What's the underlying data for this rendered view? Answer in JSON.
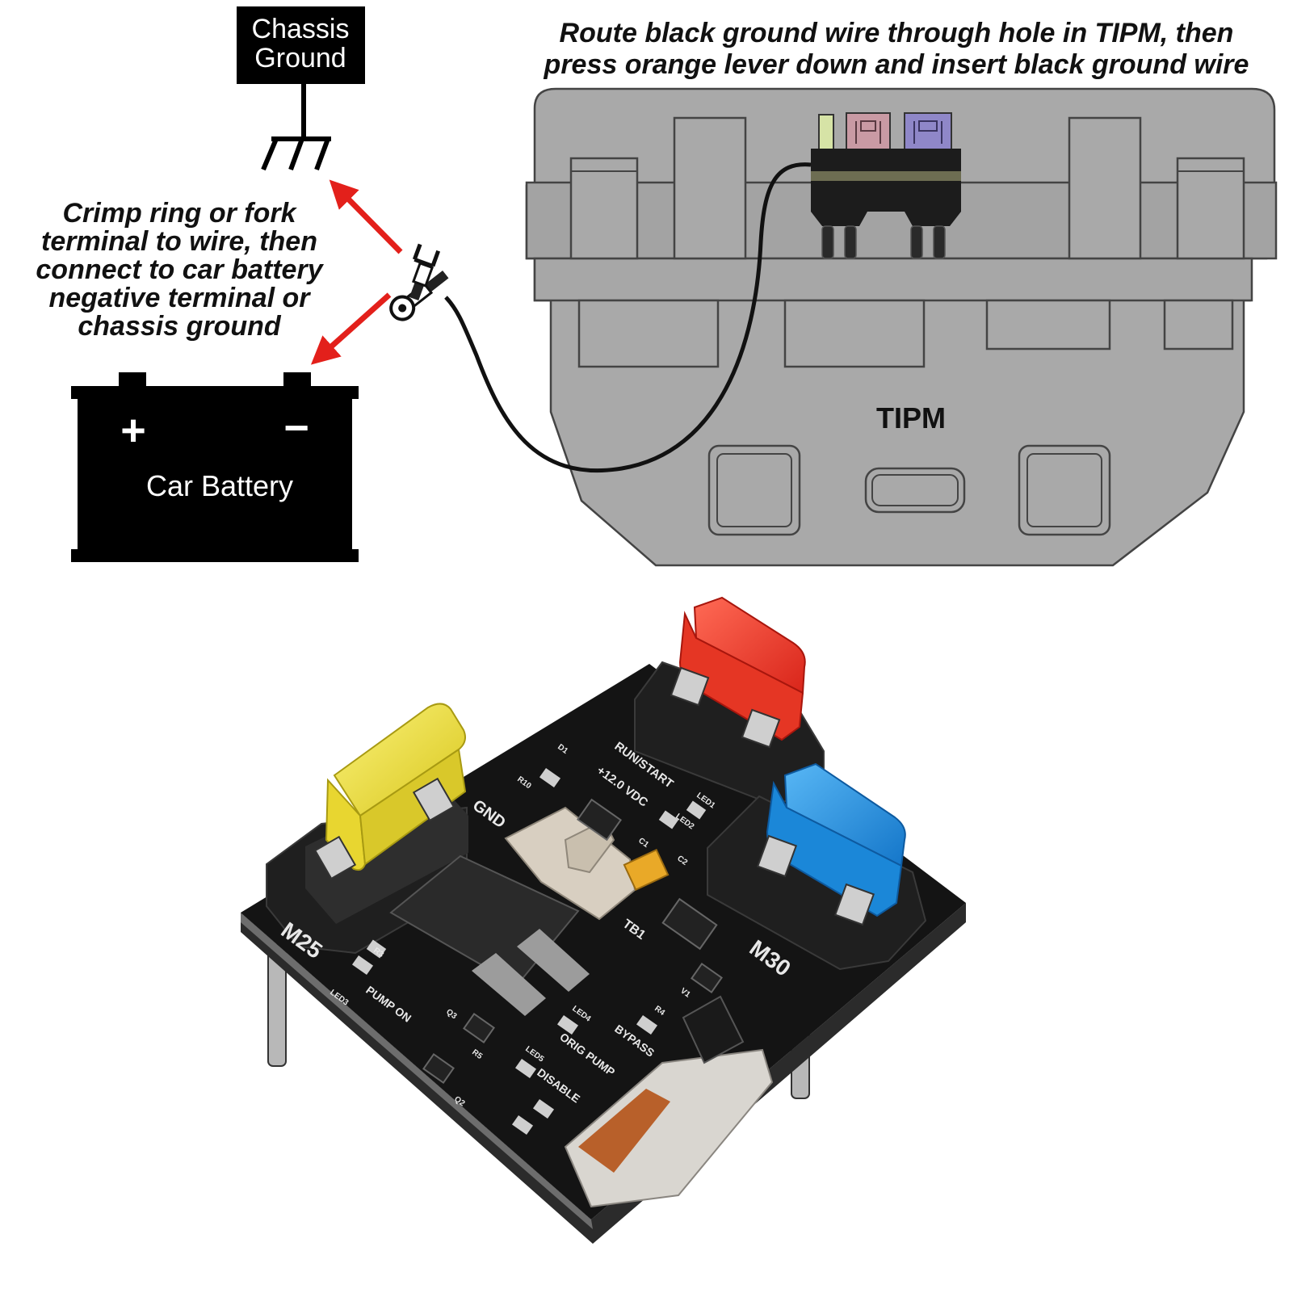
{
  "labels": {
    "chassis_ground_line1": "Chassis",
    "chassis_ground_line2": "Ground",
    "instruction_route_line1": "Route black ground wire through hole in TIPM, then",
    "instruction_route_line2": "press orange lever down and insert black ground wire",
    "instruction_crimp_line1": "Crimp ring or fork",
    "instruction_crimp_line2": "terminal to wire, then",
    "instruction_crimp_line3": "connect to car battery",
    "instruction_crimp_line4": "negative terminal or",
    "instruction_crimp_line5": "chassis ground",
    "battery_plus": "+",
    "battery_minus": "−",
    "battery_label": "Car Battery",
    "tipm_label": "TIPM"
  },
  "pcb_silkscreen": {
    "run_start": "RUN/START",
    "vdc": "+12.0 VDC",
    "gnd": "GND",
    "m25": "M25",
    "m30": "M30",
    "pump_on": "PUMP ON",
    "orig_pump": "ORIG PUMP",
    "disable": "DISABLE",
    "bypass": "BYPASS",
    "tb1": "TB1",
    "led1": "LED1",
    "led2": "LED2",
    "led3": "LED3",
    "led4": "LED4",
    "led5": "LED5",
    "r3": "R3",
    "r4": "R4",
    "r5": "R5",
    "r10": "R10",
    "q2": "Q2",
    "q3": "Q3",
    "c1": "C1",
    "c2": "C2",
    "d1": "D1",
    "v1": "V1"
  },
  "colors": {
    "arrow": "#e3201b",
    "tipm_body": "#a9a9a9",
    "fuse_red": "#ef3b2a",
    "fuse_yellow": "#f2e52b",
    "fuse_blue": "#1f8fe0",
    "pcb": "#141414",
    "lever": "#d8cfc1"
  }
}
